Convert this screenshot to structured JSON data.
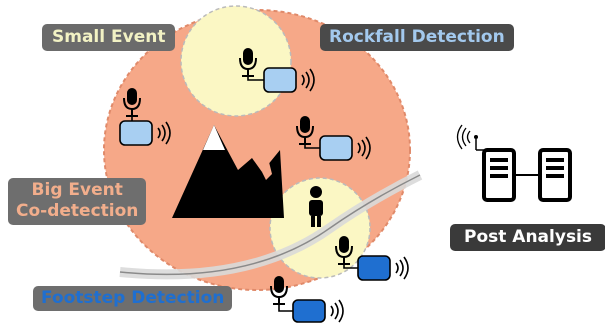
{
  "labels": {
    "small_event": "Small Event",
    "rockfall_detection": "Rockfall Detection",
    "big_event_line1": "Big Event",
    "big_event_line2": "Co-detection",
    "footstep_detection": "Footstep Detection",
    "post_analysis": "Post Analysis"
  },
  "colors": {
    "big_region": "#f6a888",
    "small_region": "#fbf7c4",
    "rockfall_node": "#a8cff2",
    "footstep_node": "#1f6fd0",
    "outline": "#000000"
  },
  "icons": [
    "microphone-icon",
    "sensor-node-icon",
    "wireless-signal-icon",
    "mountain-icon",
    "person-icon",
    "server-icon",
    "antenna-icon"
  ]
}
